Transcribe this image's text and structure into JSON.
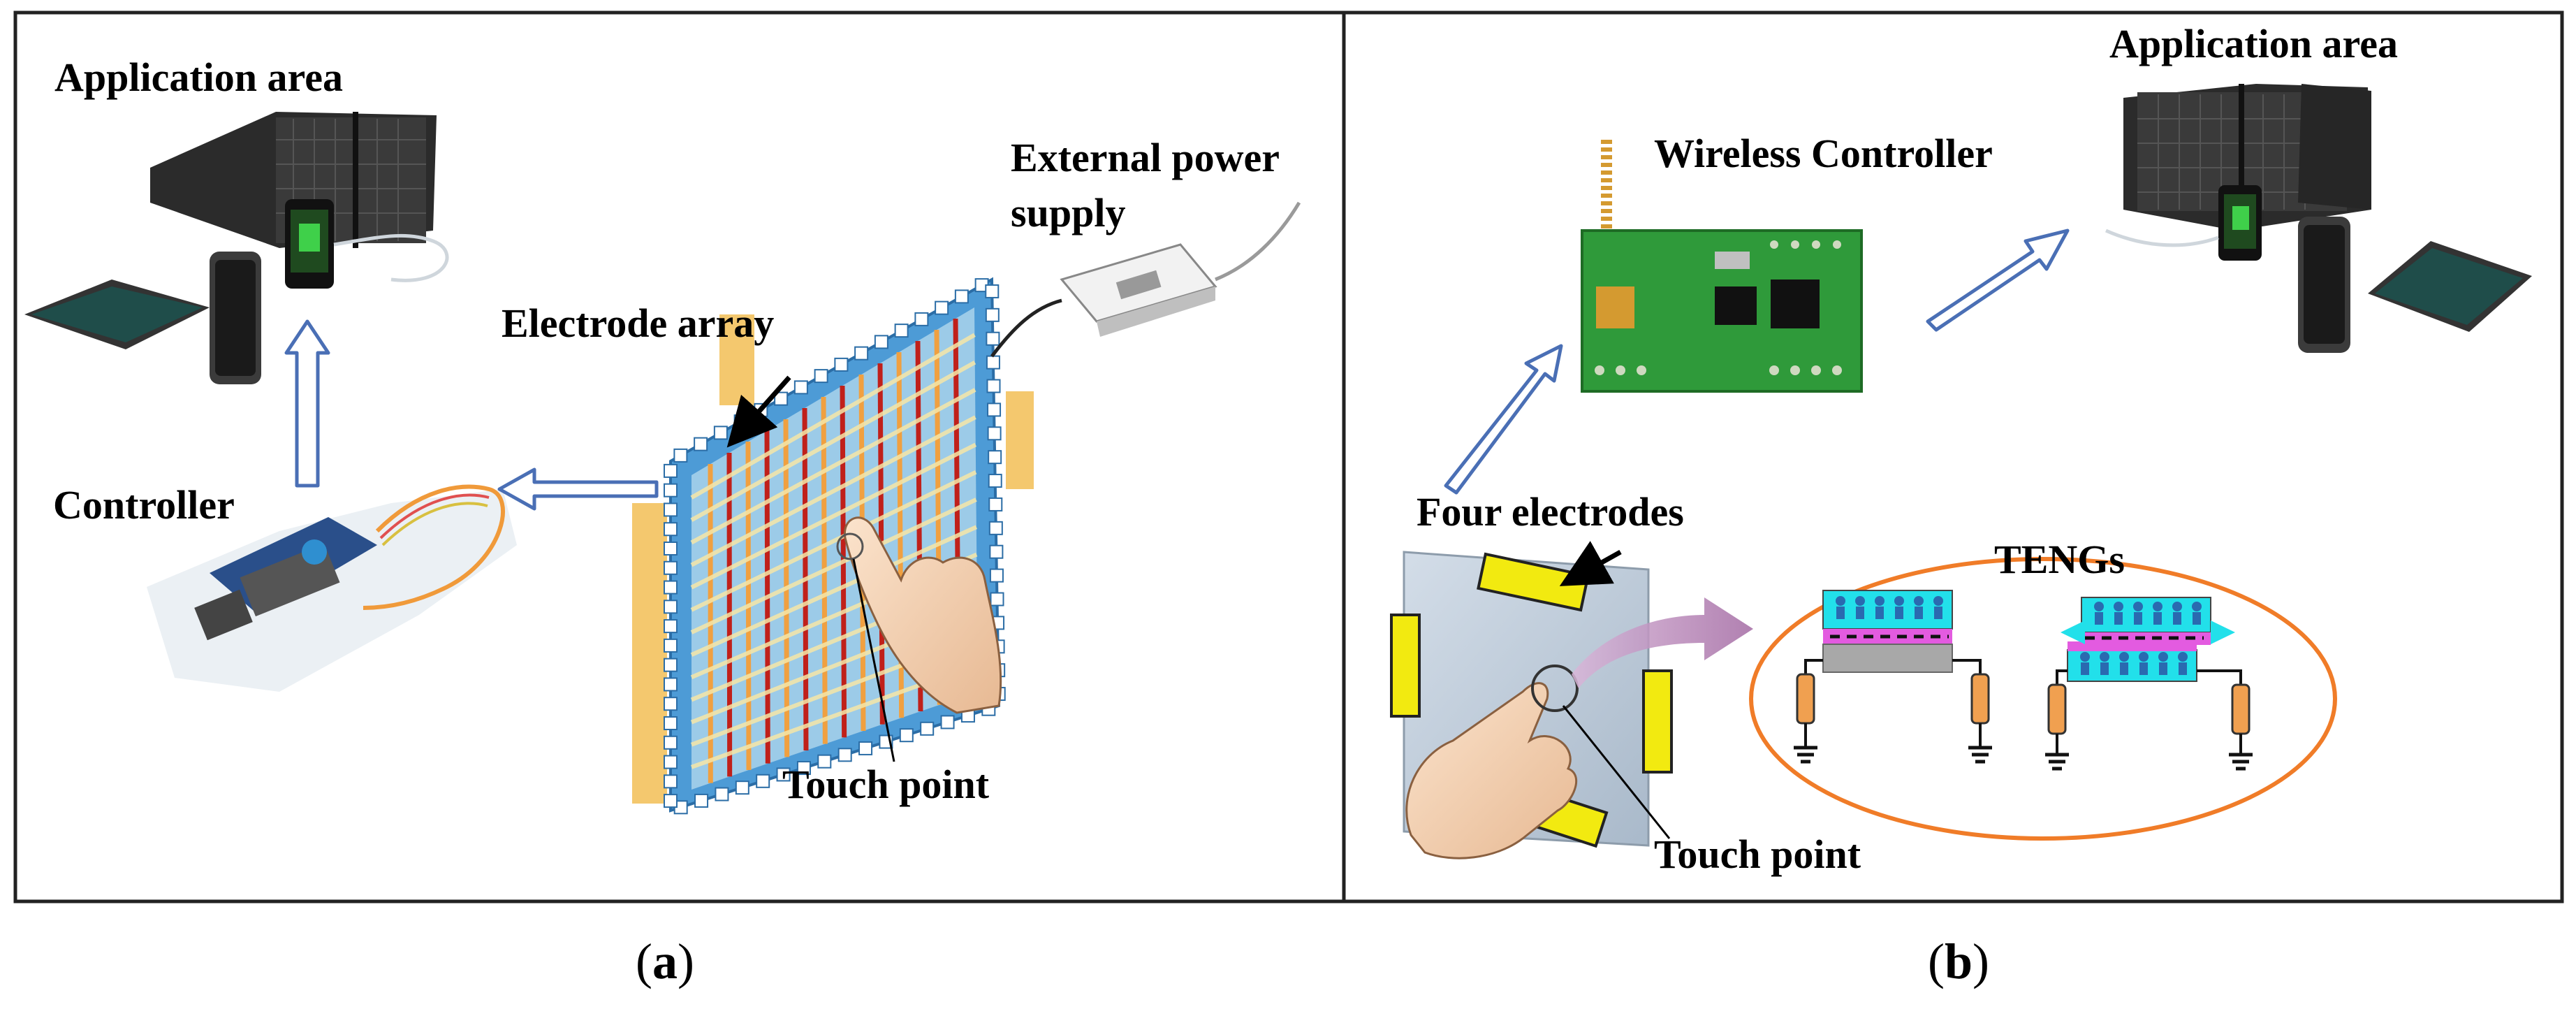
{
  "panel_a": {
    "label_application_area": "Application area",
    "label_external_power_line1": "External power",
    "label_external_power_line2": "supply",
    "label_electrode_array": "Electrode array",
    "label_controller": "Controller",
    "label_touch_point": "Touch point",
    "caption_letter": "a"
  },
  "panel_b": {
    "label_wireless_controller": "Wireless Controller",
    "label_application_area": "Application area",
    "label_four_electrodes": "Four electrodes",
    "label_tengs": "TENGs",
    "label_touch_point": "Touch point",
    "caption_letter": "b"
  },
  "colors": {
    "frame": "#222222",
    "arrow_fill": "#ffffff",
    "arrow_stroke": "#4a6fb5",
    "electrode_yellow": "#f2ea10",
    "ellipse_orange": "#f07c28",
    "teng_cyan": "#22e0ea",
    "teng_magenta": "#e35be0",
    "panel_glass": "#b9c7d6",
    "grid_blue": "#4d9bd6",
    "grid_orange": "#f0a040",
    "grid_red": "#c0201a",
    "pcb_green": "#2f9a3a",
    "solar_dark": "#2a2a2a"
  },
  "icons": [
    "solar-panel-icon",
    "smartphone-icon",
    "tablet-icon",
    "power-supply-icon",
    "controller-board-icon",
    "hand-icon",
    "wireless-module-icon",
    "ground-symbol-icon",
    "resistor-icon"
  ]
}
